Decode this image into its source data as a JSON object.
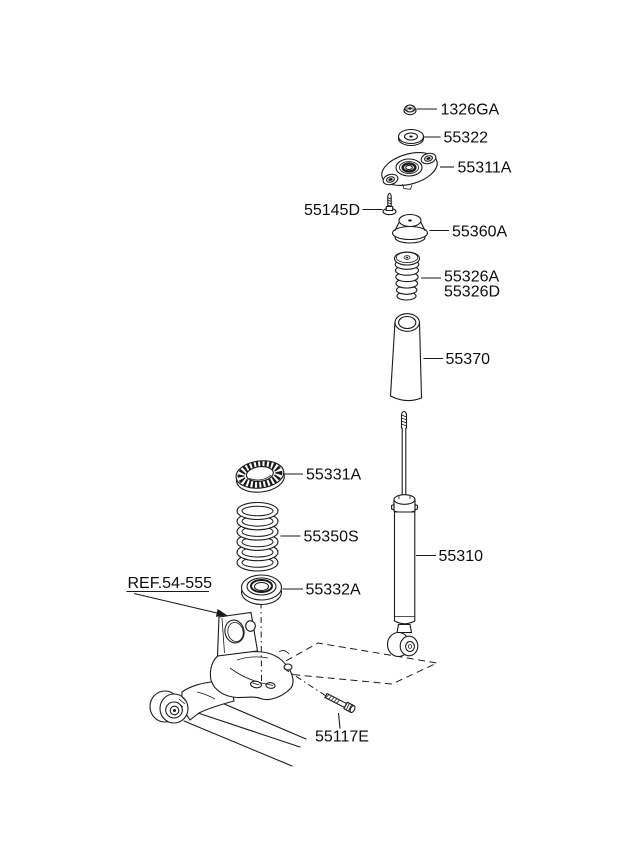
{
  "diagram": {
    "background": "#ffffff",
    "line_color": "#1a1a1a",
    "text_color": "#0d0d0d",
    "callouts": [
      {
        "id": "nut",
        "label": "1326GA"
      },
      {
        "id": "washer",
        "label": "55322"
      },
      {
        "id": "strut-mount",
        "label": "55311A"
      },
      {
        "id": "mount-bolt",
        "label": "55145D"
      },
      {
        "id": "insulator",
        "label": "55360A"
      },
      {
        "id": "bumper-stopper-a",
        "label": "55326A"
      },
      {
        "id": "bumper-stopper-d",
        "label": "55326D"
      },
      {
        "id": "dust-cover",
        "label": "55370"
      },
      {
        "id": "spring-upper-pad",
        "label": "55331A"
      },
      {
        "id": "coil-spring",
        "label": "55350S"
      },
      {
        "id": "shock-absorber",
        "label": "55310"
      },
      {
        "id": "spring-lower-pad",
        "label": "55332A"
      },
      {
        "id": "axle-reference",
        "label": "REF.54-555"
      },
      {
        "id": "lower-bolt",
        "label": "55117E"
      }
    ]
  }
}
